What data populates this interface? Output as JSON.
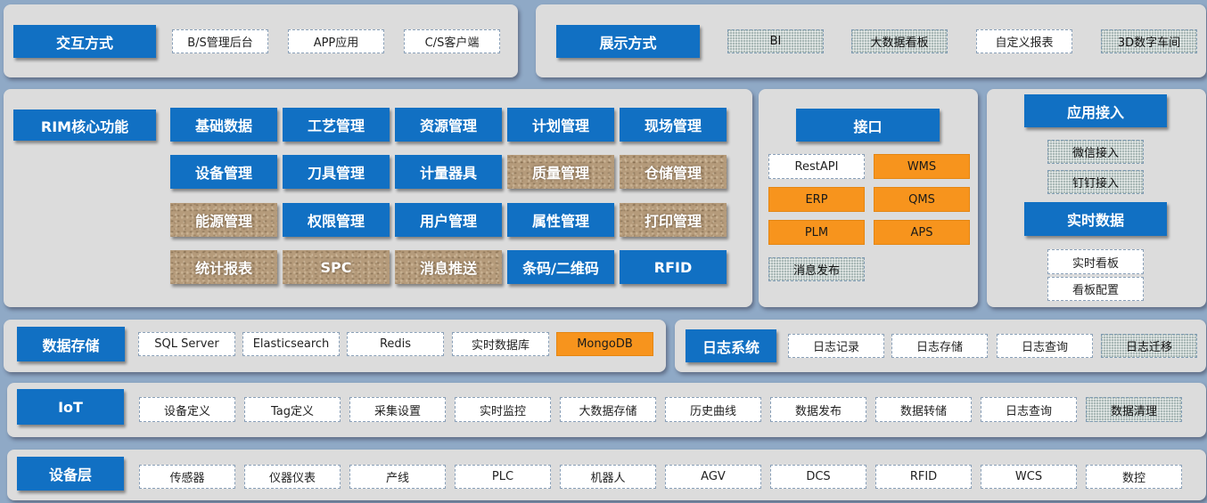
{
  "interaction": {
    "title": "交互方式",
    "items": [
      {
        "label": "B/S管理后台",
        "style": "plain"
      },
      {
        "label": "APP应用",
        "style": "plain"
      },
      {
        "label": "C/S客户端",
        "style": "plain"
      }
    ]
  },
  "display": {
    "title": "展示方式",
    "items": [
      {
        "label": "BI",
        "style": "hatch"
      },
      {
        "label": "大数据看板",
        "style": "hatch"
      },
      {
        "label": "自定义报表",
        "style": "plain"
      },
      {
        "label": "3D数字车间",
        "style": "hatch"
      }
    ]
  },
  "core": {
    "title": "RIM核心功能",
    "grid": [
      [
        {
          "label": "基础数据",
          "style": "blue"
        },
        {
          "label": "工艺管理",
          "style": "blue"
        },
        {
          "label": "资源管理",
          "style": "blue"
        },
        {
          "label": "计划管理",
          "style": "blue"
        },
        {
          "label": "现场管理",
          "style": "blue"
        }
      ],
      [
        {
          "label": "设备管理",
          "style": "blue"
        },
        {
          "label": "刀具管理",
          "style": "blue"
        },
        {
          "label": "计量器具",
          "style": "blue"
        },
        {
          "label": "质量管理",
          "style": "textured"
        },
        {
          "label": "仓储管理",
          "style": "textured"
        }
      ],
      [
        {
          "label": "能源管理",
          "style": "textured"
        },
        {
          "label": "权限管理",
          "style": "blue"
        },
        {
          "label": "用户管理",
          "style": "blue"
        },
        {
          "label": "属性管理",
          "style": "blue"
        },
        {
          "label": "打印管理",
          "style": "textured"
        }
      ],
      [
        {
          "label": "统计报表",
          "style": "textured"
        },
        {
          "label": "SPC",
          "style": "textured"
        },
        {
          "label": "消息推送",
          "style": "textured"
        },
        {
          "label": "条码/二维码",
          "style": "blue"
        },
        {
          "label": "RFID",
          "style": "blue"
        }
      ]
    ]
  },
  "interface": {
    "title": "接口",
    "items": [
      {
        "label": "RestAPI",
        "style": "plain"
      },
      {
        "label": "WMS",
        "style": "orange"
      },
      {
        "label": "ERP",
        "style": "orange"
      },
      {
        "label": "QMS",
        "style": "orange"
      },
      {
        "label": "PLM",
        "style": "orange"
      },
      {
        "label": "APS",
        "style": "orange"
      },
      {
        "label": "消息发布",
        "style": "hatch"
      }
    ]
  },
  "app_access": {
    "title": "应用接入",
    "items": [
      {
        "label": "微信接入",
        "style": "hatch"
      },
      {
        "label": "钉钉接入",
        "style": "hatch"
      }
    ]
  },
  "realtime": {
    "title": "实时数据",
    "items": [
      {
        "label": "实时看板",
        "style": "plain"
      },
      {
        "label": "看板配置",
        "style": "plain"
      }
    ]
  },
  "storage": {
    "title": "数据存储",
    "items": [
      {
        "label": "SQL Server",
        "style": "plain"
      },
      {
        "label": "Elasticsearch",
        "style": "plain"
      },
      {
        "label": "Redis",
        "style": "plain"
      },
      {
        "label": "实时数据库",
        "style": "plain"
      },
      {
        "label": "MongoDB",
        "style": "orange"
      }
    ]
  },
  "logs": {
    "title": "日志系统",
    "items": [
      {
        "label": "日志记录",
        "style": "plain"
      },
      {
        "label": "日志存储",
        "style": "plain"
      },
      {
        "label": "日志查询",
        "style": "plain"
      },
      {
        "label": "日志迁移",
        "style": "hatch"
      }
    ]
  },
  "iot": {
    "title": "IoT",
    "items": [
      {
        "label": "设备定义",
        "style": "plain"
      },
      {
        "label": "Tag定义",
        "style": "plain"
      },
      {
        "label": "采集设置",
        "style": "plain"
      },
      {
        "label": "实时监控",
        "style": "plain"
      },
      {
        "label": "大数据存储",
        "style": "plain"
      },
      {
        "label": "历史曲线",
        "style": "plain"
      },
      {
        "label": "数据发布",
        "style": "plain"
      },
      {
        "label": "数据转储",
        "style": "plain"
      },
      {
        "label": "日志查询",
        "style": "plain"
      },
      {
        "label": "数据清理",
        "style": "hatch"
      }
    ]
  },
  "devices": {
    "title": "设备层",
    "items": [
      {
        "label": "传感器",
        "style": "plain"
      },
      {
        "label": "仪器仪表",
        "style": "plain"
      },
      {
        "label": "产线",
        "style": "plain"
      },
      {
        "label": "PLC",
        "style": "plain"
      },
      {
        "label": "机器人",
        "style": "plain"
      },
      {
        "label": "AGV",
        "style": "plain"
      },
      {
        "label": "DCS",
        "style": "plain"
      },
      {
        "label": "RFID",
        "style": "plain"
      },
      {
        "label": "WCS",
        "style": "plain"
      },
      {
        "label": "数控",
        "style": "plain"
      }
    ]
  },
  "colors": {
    "header_blue": "#1170c3",
    "orange": "#f7941d",
    "panel": "#dcdcdc",
    "background": "#8fa9c6"
  }
}
